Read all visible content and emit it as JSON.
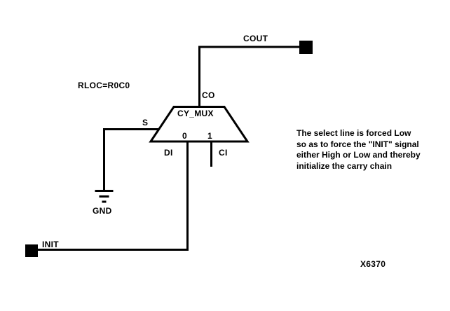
{
  "colors": {
    "ink": "#000000",
    "background": "#ffffff"
  },
  "component": {
    "name": "CY_MUX",
    "placement_attribute": "RLOC=R0C0"
  },
  "pins": {
    "co": "CO",
    "s": "S",
    "di": "DI",
    "ci": "CI",
    "input0": "0",
    "input1": "1"
  },
  "nets": {
    "cout": "COUT",
    "init": "INIT",
    "gnd": "GND"
  },
  "annotation": {
    "lines": [
      "The select line is forced Low",
      "so as to force the \"INIT\" signal",
      "either High or Low and thereby",
      "initialize the carry chain"
    ]
  },
  "figure": {
    "number": "X6370"
  }
}
